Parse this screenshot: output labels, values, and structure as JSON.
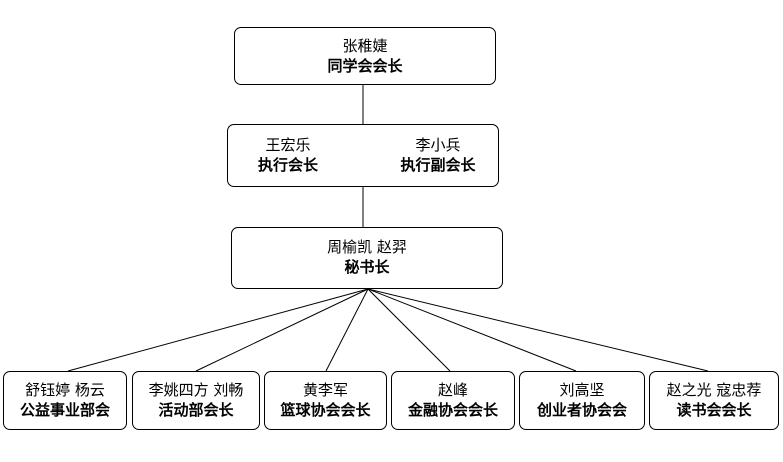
{
  "top": {
    "name": "张稚婕",
    "title": "同学会会长"
  },
  "exec": [
    {
      "name": "王宏乐",
      "title": "执行会长"
    },
    {
      "name": "李小兵",
      "title": "执行副会长"
    }
  ],
  "secretary": {
    "name": "周榆凯  赵羿",
    "title": "秘书长"
  },
  "departments": [
    {
      "name": "舒钰婷  杨云",
      "title": "公益事业部会"
    },
    {
      "name": "李姚四方  刘畅",
      "title": "活动部会长"
    },
    {
      "name": "黄李军",
      "title": "篮球协会会长"
    },
    {
      "name": "赵峰",
      "title": "金融协会会长"
    },
    {
      "name": "刘高坚",
      "title": "创业者协会会"
    },
    {
      "name": "赵之光  寇忠荐",
      "title": "读书会会长"
    }
  ]
}
